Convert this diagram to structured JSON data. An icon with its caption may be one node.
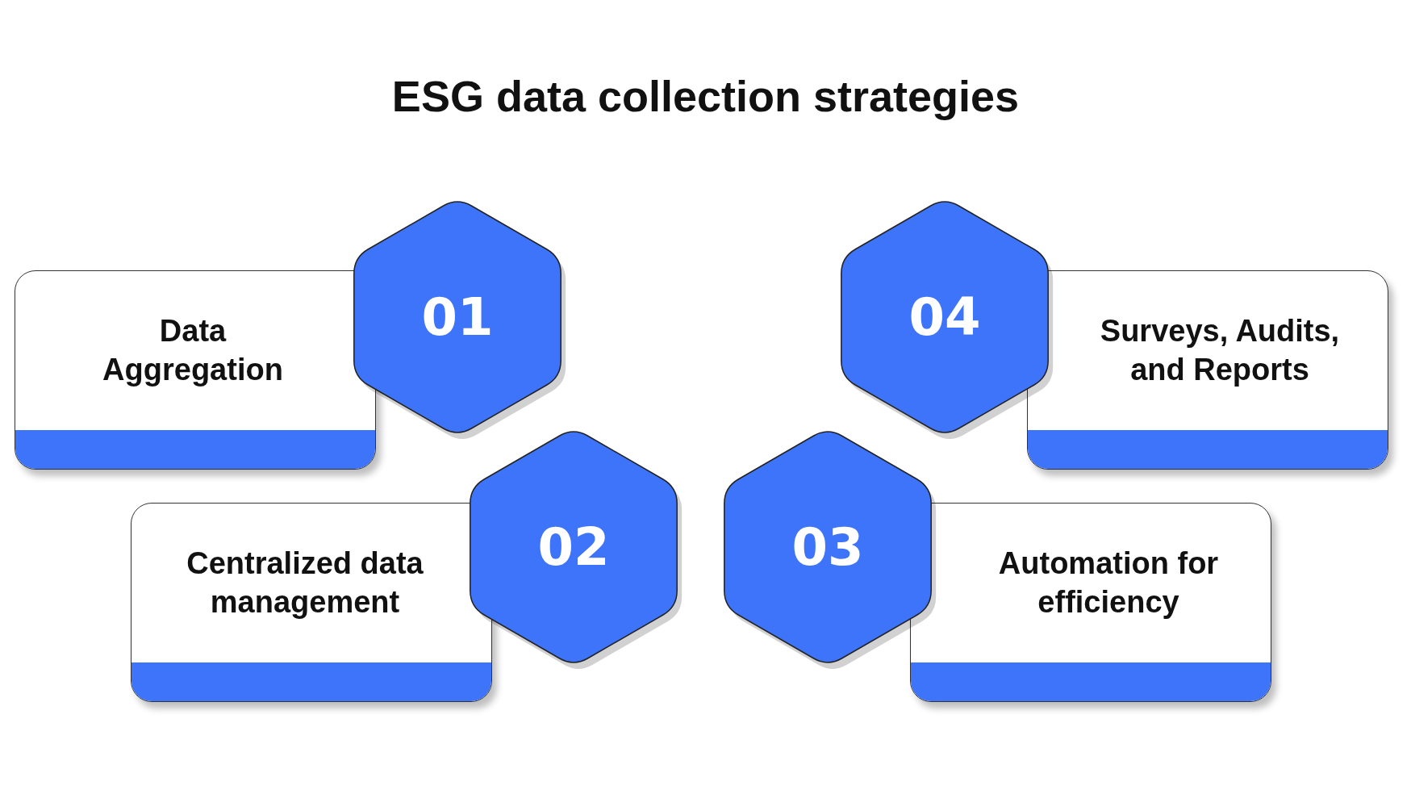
{
  "diagram": {
    "title": "ESG data collection strategies",
    "nodes": [
      {
        "text": [
          "Data Aggregation"
        ]
      },
      {
        "text": [
          "01"
        ]
      },
      {
        "text": [
          "04"
        ]
      },
      {
        "text": [
          "Surveys, Audits, and Reports"
        ]
      },
      {
        "text": [
          "Centralized data management"
        ]
      },
      {
        "text": [
          "02"
        ]
      },
      {
        "text": [
          "03"
        ]
      },
      {
        "text": [
          "Automation for efficiency"
        ]
      }
    ]
  }
}
